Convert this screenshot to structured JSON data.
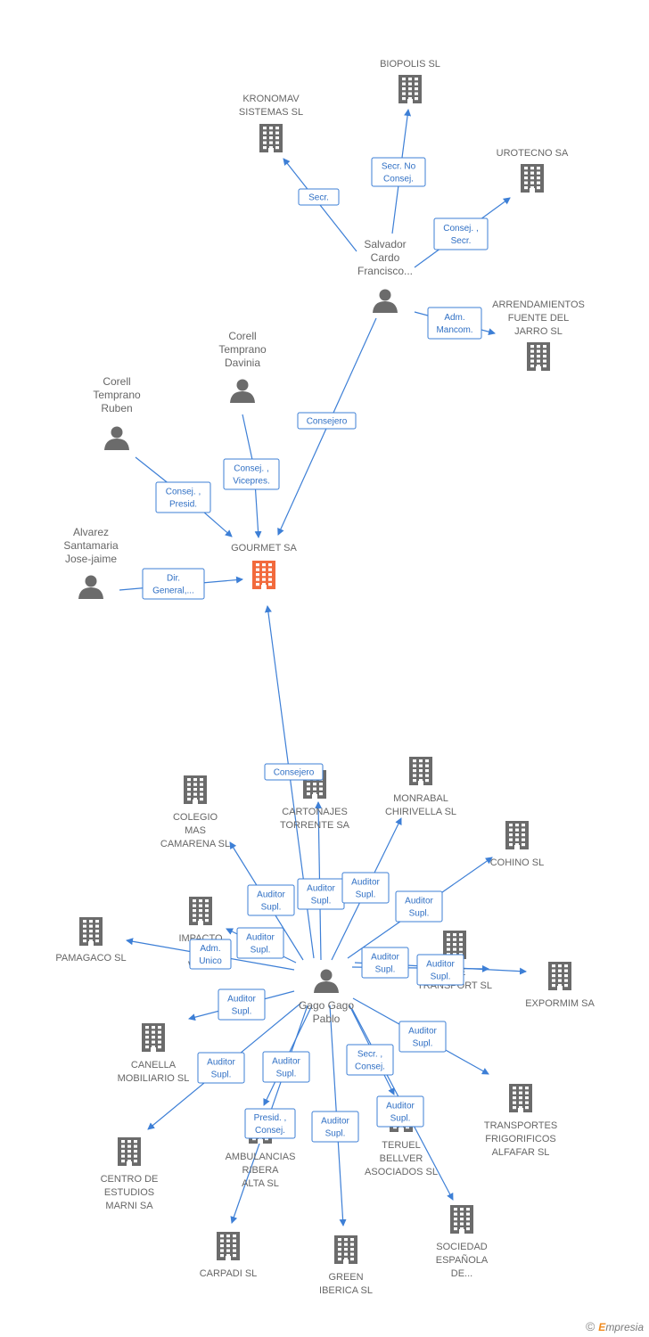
{
  "colors": {
    "edge": "#3d7fd6",
    "company": "#6b6b6b",
    "focus": "#f26a3d",
    "person": "#6b6b6b",
    "text": "#666666"
  },
  "nodes": [
    {
      "id": "biopolis",
      "type": "company",
      "label": [
        "BIOPOLIS SL"
      ]
    },
    {
      "id": "kronomav",
      "type": "company",
      "label": [
        "KRONOMAV",
        "SISTEMAS SL"
      ]
    },
    {
      "id": "urotecno",
      "type": "company",
      "label": [
        "UROTECNO SA"
      ]
    },
    {
      "id": "salvador",
      "type": "person",
      "label": [
        "Salvador",
        "Cardo",
        "Francisco..."
      ]
    },
    {
      "id": "arrendamientos",
      "type": "company",
      "label": [
        "ARRENDAMIENTOS",
        "FUENTE DEL",
        "JARRO SL"
      ]
    },
    {
      "id": "davinia",
      "type": "person",
      "label": [
        "Corell",
        "Temprano",
        "Davinia"
      ]
    },
    {
      "id": "ruben",
      "type": "person",
      "label": [
        "Corell",
        "Temprano",
        "Ruben"
      ]
    },
    {
      "id": "alvarez",
      "type": "person",
      "label": [
        "Alvarez",
        "Santamaria",
        "Jose-jaime"
      ]
    },
    {
      "id": "gourmet",
      "type": "focus",
      "label": [
        "GOURMET SA"
      ]
    },
    {
      "id": "colegio",
      "type": "company",
      "label": [
        "COLEGIO",
        "MAS",
        "CAMARENA SL"
      ]
    },
    {
      "id": "cartonajes",
      "type": "company",
      "label": [
        "CARTONAJES",
        "TORRENTE SA"
      ]
    },
    {
      "id": "monrabal",
      "type": "company",
      "label": [
        "MONRABAL",
        "CHIRIVELLA SL"
      ]
    },
    {
      "id": "cohino",
      "type": "company",
      "label": [
        "COHINO SL"
      ]
    },
    {
      "id": "pamagaco",
      "type": "company",
      "label": [
        "PAMAGACO SL"
      ]
    },
    {
      "id": "impacto",
      "type": "company",
      "label": [
        "IMPACTO",
        "G...",
        "WO..."
      ]
    },
    {
      "id": "transport",
      "type": "company",
      "label": [
        "...RE",
        "TRANSPORT SL"
      ]
    },
    {
      "id": "expormim",
      "type": "company",
      "label": [
        "EXPORMIM SA"
      ]
    },
    {
      "id": "gago",
      "type": "person",
      "label": [
        "Gago Gago",
        "Pablo"
      ]
    },
    {
      "id": "canella",
      "type": "company",
      "label": [
        "CANELLA",
        "MOBILIARIO SL"
      ]
    },
    {
      "id": "transfrig",
      "type": "company",
      "label": [
        "TRANSPORTES",
        "FRIGORIFICOS",
        "ALFAFAR SL"
      ]
    },
    {
      "id": "centro",
      "type": "company",
      "label": [
        "CENTRO DE",
        "ESTUDIOS",
        "MARNI SA"
      ]
    },
    {
      "id": "ambulancias",
      "type": "company",
      "label": [
        "AMBULANCIAS",
        "RIBERA",
        "ALTA SL"
      ]
    },
    {
      "id": "teruel",
      "type": "company",
      "label": [
        "TERUEL",
        "BELLVER",
        "ASOCIADOS SL"
      ]
    },
    {
      "id": "carpadi",
      "type": "company",
      "label": [
        "CARPADI SL"
      ]
    },
    {
      "id": "green",
      "type": "company",
      "label": [
        "GREEN",
        "IBERICA SL"
      ]
    },
    {
      "id": "sociedad",
      "type": "company",
      "label": [
        "SOCIEDAD",
        "ESPAÑOLA",
        "DE..."
      ]
    }
  ],
  "edges": [
    {
      "from": "salvador",
      "to": "biopolis",
      "label": [
        "Secr. No",
        "Consej."
      ]
    },
    {
      "from": "salvador",
      "to": "kronomav",
      "label": [
        "Secr."
      ]
    },
    {
      "from": "salvador",
      "to": "urotecno",
      "label": [
        "Consej. ,",
        "Secr."
      ]
    },
    {
      "from": "salvador",
      "to": "arrendamientos",
      "label": [
        "Adm.",
        "Mancom."
      ]
    },
    {
      "from": "salvador",
      "to": "gourmet",
      "label": [
        "Consejero"
      ]
    },
    {
      "from": "davinia",
      "to": "gourmet",
      "label": [
        "Consej. ,",
        "Vicepres."
      ]
    },
    {
      "from": "ruben",
      "to": "gourmet",
      "label": [
        "Consej. ,",
        "Presid."
      ]
    },
    {
      "from": "alvarez",
      "to": "gourmet",
      "label": [
        "Dir.",
        "General,..."
      ]
    },
    {
      "from": "gago",
      "to": "gourmet",
      "label": [
        "Consejero"
      ]
    },
    {
      "from": "gago",
      "to": "colegio",
      "label": [
        "Auditor",
        "Supl."
      ]
    },
    {
      "from": "gago",
      "to": "cartonajes",
      "label": [
        "Auditor",
        "Supl."
      ]
    },
    {
      "from": "gago",
      "to": "monrabal",
      "label": [
        "Auditor",
        "Supl."
      ]
    },
    {
      "from": "gago",
      "to": "cohino",
      "label": [
        "Auditor",
        "Supl."
      ]
    },
    {
      "from": "gago",
      "to": "impacto",
      "label": [
        "Auditor",
        "Supl."
      ]
    },
    {
      "from": "gago",
      "to": "pamagaco",
      "label": [
        "Adm.",
        "Unico"
      ]
    },
    {
      "from": "gago",
      "to": "transport",
      "label": [
        "Auditor",
        "Supl."
      ]
    },
    {
      "from": "gago",
      "to": "expormim",
      "label": [
        "Auditor",
        "Supl."
      ]
    },
    {
      "from": "gago",
      "to": "canella",
      "label": [
        "Auditor",
        "Supl."
      ]
    },
    {
      "from": "gago",
      "to": "transfrig",
      "label": [
        "Auditor",
        "Supl."
      ]
    },
    {
      "from": "gago",
      "to": "centro",
      "label": [
        "Auditor",
        "Supl."
      ]
    },
    {
      "from": "gago",
      "to": "ambulancias",
      "label": [
        "Auditor",
        "Supl."
      ]
    },
    {
      "from": "gago",
      "to": "carpadi",
      "label": [
        "Presid. ,",
        "Consej."
      ]
    },
    {
      "from": "gago",
      "to": "green",
      "label": [
        "Auditor",
        "Supl."
      ]
    },
    {
      "from": "gago",
      "to": "teruel",
      "label": [
        "Secr. ,",
        "Consej."
      ]
    },
    {
      "from": "gago",
      "to": "sociedad",
      "label": [
        "Auditor",
        "Supl."
      ]
    }
  ],
  "credit": {
    "symbol": "©",
    "brand_initial": "E",
    "brand_rest": "mpresia"
  }
}
